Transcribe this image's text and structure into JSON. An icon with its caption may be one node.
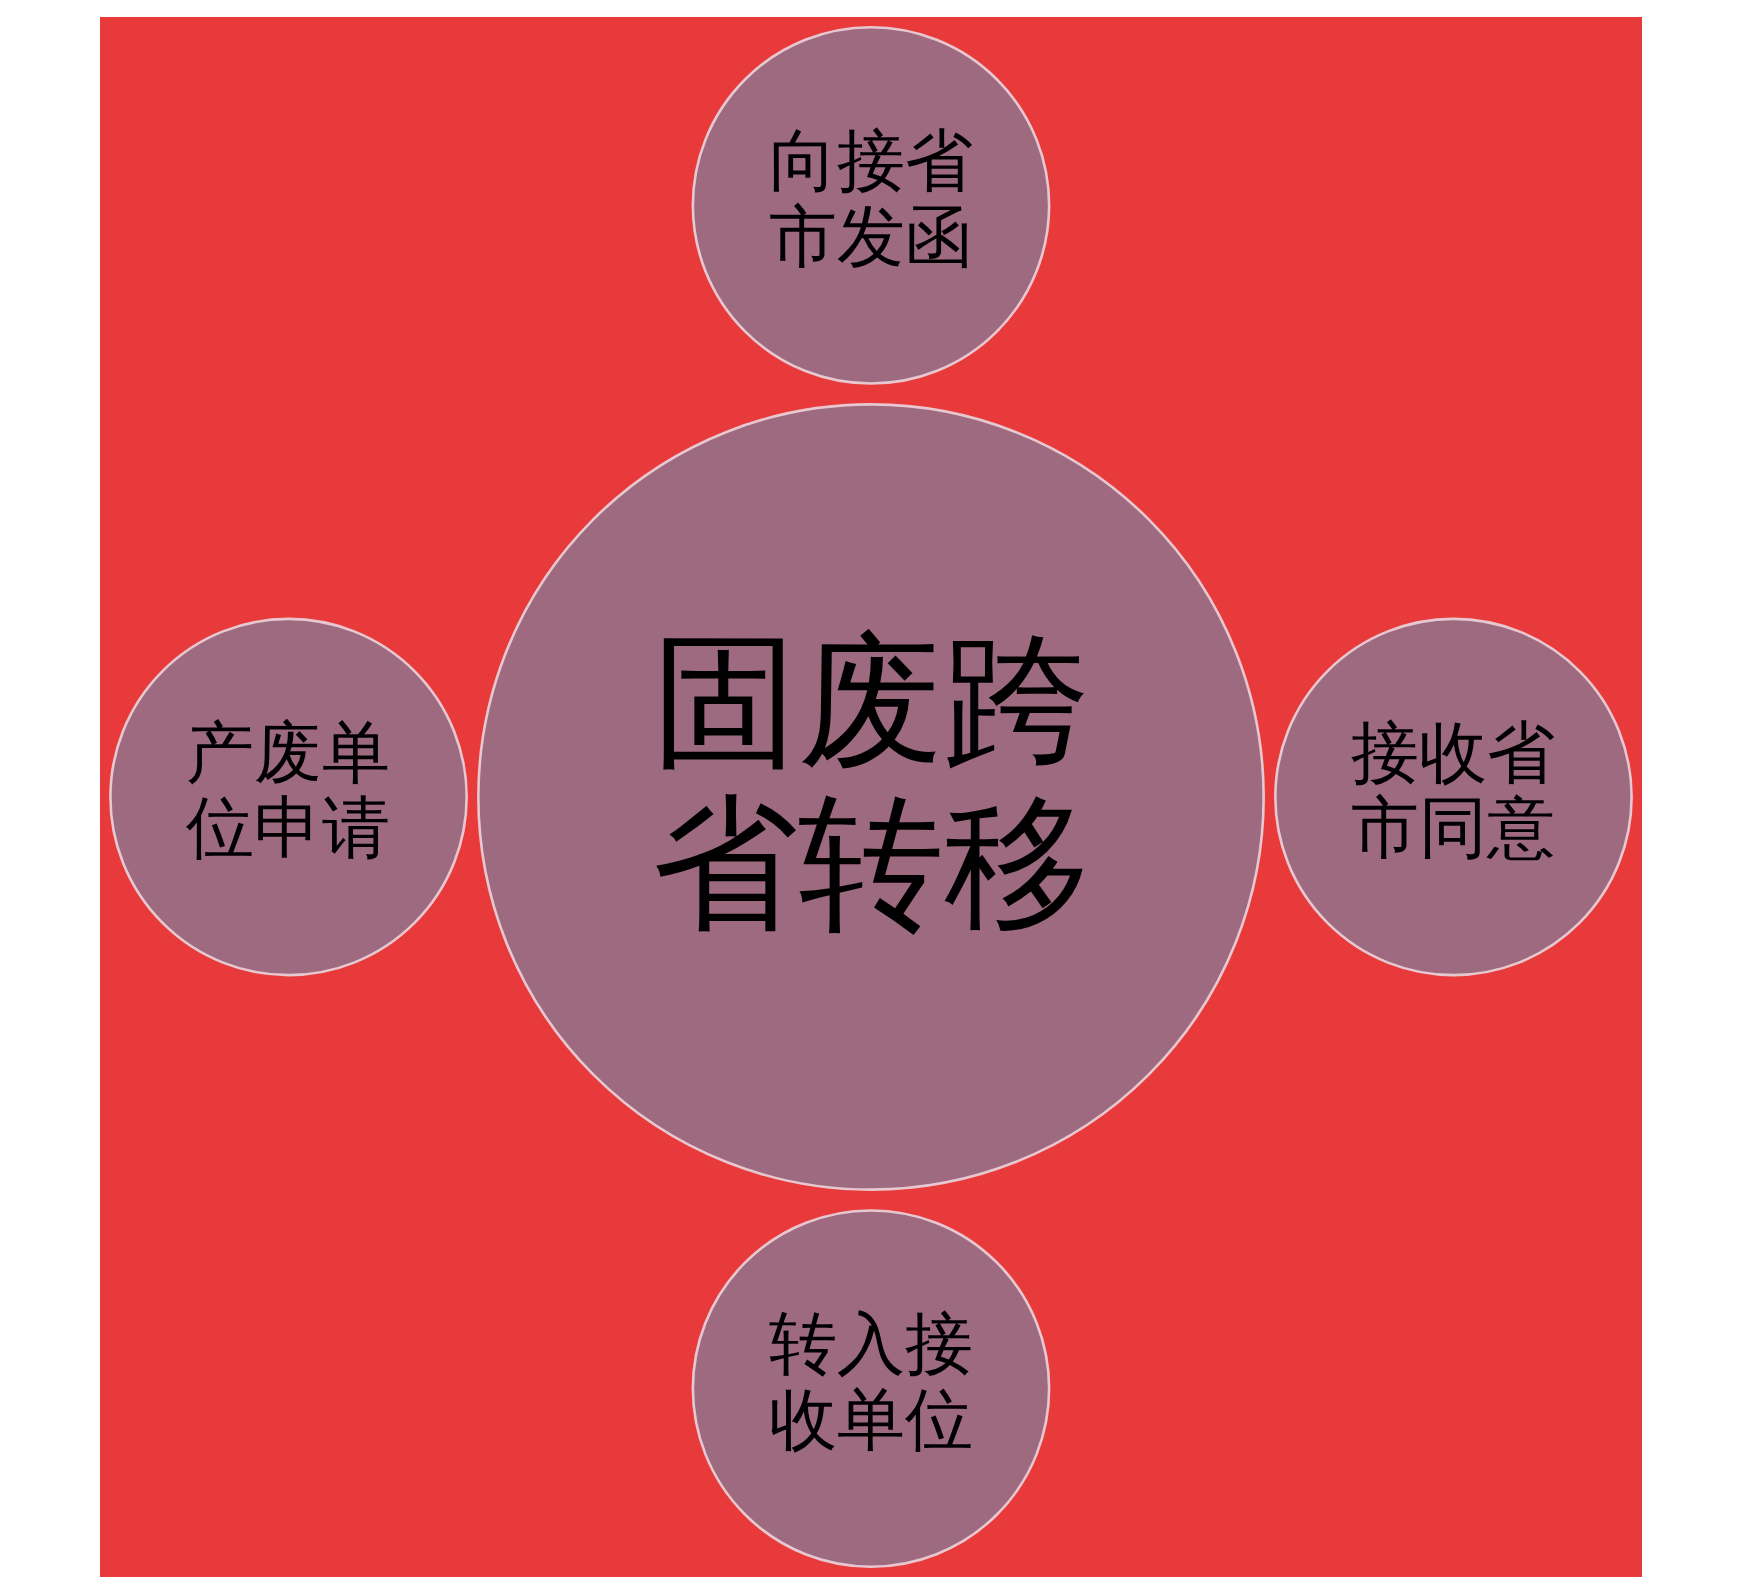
{
  "diagram": {
    "nodes": [
      {
        "text": [
          "向接省市发函"
        ]
      },
      {
        "text": [
          "产废单位申请"
        ]
      },
      {
        "text": [
          "固废跨省转移"
        ]
      },
      {
        "text": [
          "接收省市同意"
        ]
      },
      {
        "text": [
          "转入接收单位"
        ]
      }
    ]
  }
}
